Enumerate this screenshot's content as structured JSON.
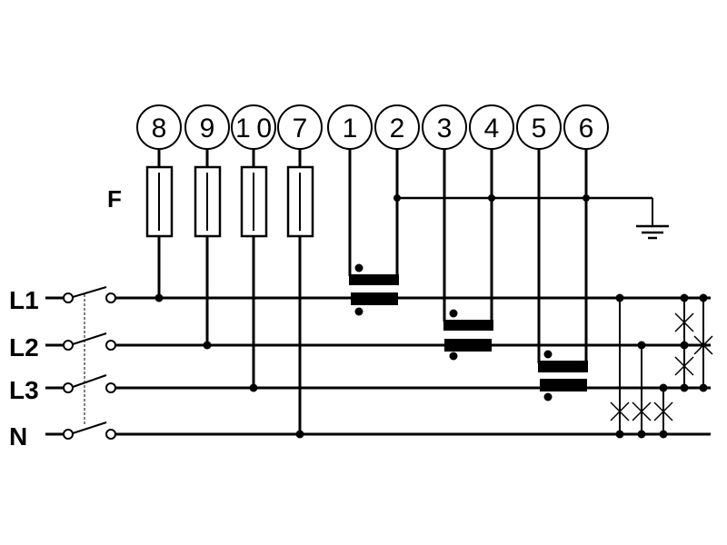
{
  "diagram": {
    "fuse_label": "F",
    "lines": [
      {
        "id": "L1",
        "label": "L1"
      },
      {
        "id": "L2",
        "label": "L2"
      },
      {
        "id": "L3",
        "label": "L3"
      },
      {
        "id": "N",
        "label": "N"
      }
    ],
    "terminals": [
      "8",
      "9",
      "10",
      "7",
      "1",
      "2",
      "3",
      "4",
      "5",
      "6"
    ],
    "colors": {
      "ink": "#000000",
      "background": "#ffffff"
    }
  }
}
